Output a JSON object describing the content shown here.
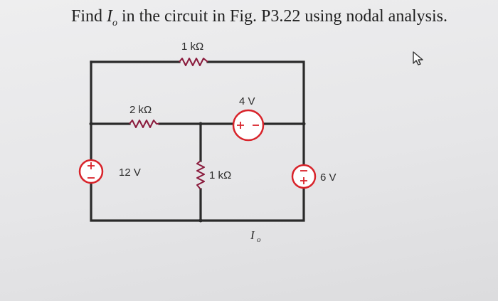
{
  "question": {
    "prefix": "Find ",
    "var": "I",
    "var_sub": "o",
    "suffix": " in the circuit in Fig. P3.22 using nodal analysis."
  },
  "circuit": {
    "top_resistor": "1 kΩ",
    "left_resistor": "2 kΩ",
    "middle_resistor": "1 kΩ",
    "source_4v": "4 V",
    "source_12v": "12 V",
    "source_6v": "6 V",
    "current_label": "I",
    "current_sub": "o",
    "source_signs": {
      "s12_top": "+",
      "s12_bottom": "−",
      "s4_left": "+",
      "s4_right": "−",
      "s6_top": "−",
      "s6_bottom": "+"
    }
  },
  "colors": {
    "source_outline": "#d8232a",
    "resistor": "#8a1a3c",
    "wire": "#2a2a2a"
  },
  "icons": [
    "cursor-arrow-icon"
  ]
}
